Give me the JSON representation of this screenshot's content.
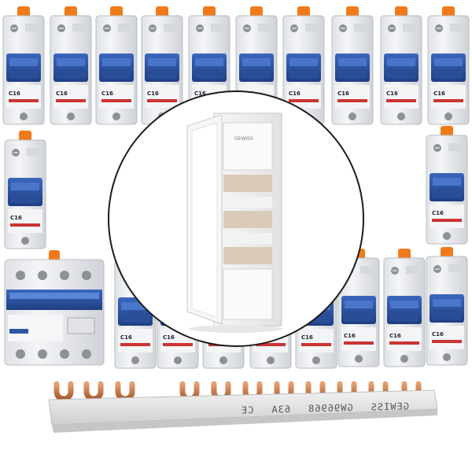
{
  "product_set": {
    "breaker_faceplate_text": "C16",
    "enclosure_brand_text": "GEWISS",
    "busbar": {
      "brand": "GEWISS",
      "part_number": "GW96968",
      "rating": "63A",
      "marks": "CE"
    },
    "colors": {
      "breaker_body": "#e9ebee",
      "breaker_shadow": "#c9ccd2",
      "toggle_blue": "#2f56a8",
      "tab_orange": "#f07a1a",
      "busbar_copper": "#c97a45",
      "busbar_sleeve": "#e3e3e3"
    }
  }
}
